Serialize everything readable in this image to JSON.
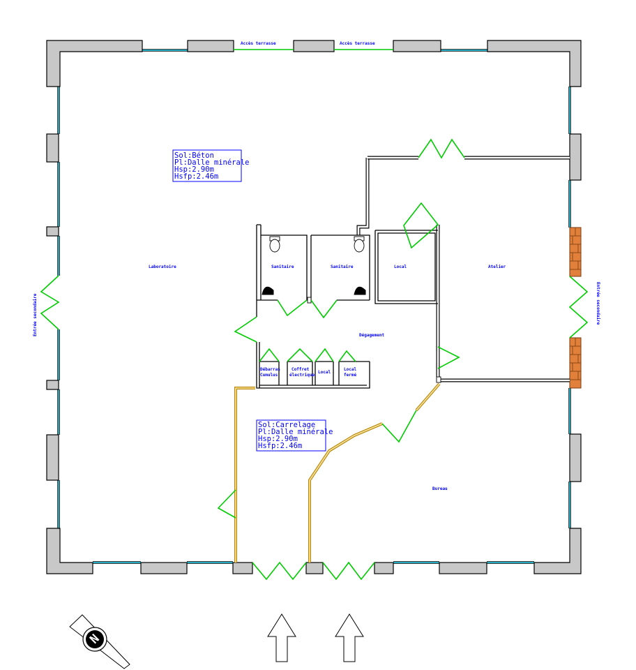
{
  "access_labels": {
    "terrace_1": "Accès terrasse",
    "terrace_2": "Accès terrasse",
    "secondary_left": "Entrée secondaire",
    "secondary_right": "Entrée secondaire"
  },
  "rooms": {
    "laboratoire": "Laboratoire",
    "sanitaire_1": "Sanitaire",
    "sanitaire_2": "Sanitaire",
    "local": "Local",
    "atelier": "Atelier",
    "degagement": "Dégagement",
    "debarras_line1": "Débarras",
    "debarras_line2": "Cumulus",
    "coffret_line1": "Coffret",
    "coffret_line2": "électrique",
    "local_small": "Local",
    "local_ferme_line1": "Local",
    "local_ferme_line2": "fermé",
    "bureau": "Bureau"
  },
  "info_boxes": {
    "laboratoire": [
      "Sol:Béton",
      "Pl:Dalle minérale",
      "Hsp:2.90m",
      "Hsfp:2.46m"
    ],
    "bureau": [
      "Sol:Carrelage",
      "Pl:Dalle minérale",
      "Hsp:2.90m",
      "Hsfp:2.46m"
    ]
  },
  "compass": {
    "letter": "N"
  },
  "colors": {
    "wall_fill": "#c8c8c8",
    "glazing": "#33e6ff",
    "door": "#00cc00",
    "label": "#0000ff",
    "glazed_partition": "#b8860b",
    "brick": "#e0803a"
  }
}
